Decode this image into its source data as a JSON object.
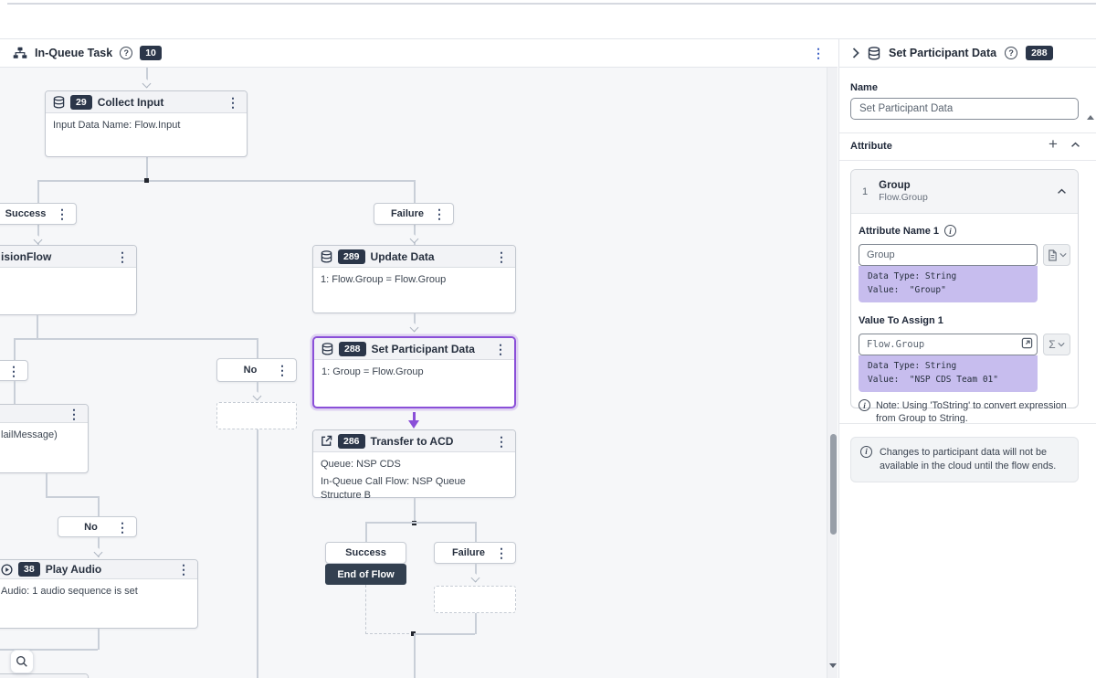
{
  "canvas": {
    "header": {
      "title": "In-Queue Task",
      "count": "10"
    },
    "nodes": {
      "collect_input": {
        "num": "29",
        "title": "Collect Input",
        "body": "Input Data Name: Flow.Input"
      },
      "decision_flow": {
        "title": "isionFlow"
      },
      "update_data": {
        "num": "289",
        "title": "Update Data",
        "body": "1: Flow.Group = Flow.Group"
      },
      "set_participant_data": {
        "num": "288",
        "title": "Set Participant Data",
        "body": "1: Group = Flow.Group"
      },
      "transfer_to_acd": {
        "num": "286",
        "title": "Transfer to ACD",
        "body_line1": "Queue: NSP CDS",
        "body_line2": "In-Queue Call Flow: NSP Queue Structure B"
      },
      "voicemail_partial": {
        "body": "lailMessage)"
      },
      "play_audio": {
        "num": "38",
        "title": "Play Audio",
        "body": "Audio: 1 audio sequence is set"
      }
    },
    "branches": {
      "success_top": "Success",
      "failure_top": "Failure",
      "no_right": "No",
      "no_left": "No",
      "success_bottom": "Success",
      "failure_bottom": "Failure",
      "end_of_flow": "End of Flow"
    }
  },
  "panel": {
    "header": {
      "title": "Set Participant Data",
      "num": "288"
    },
    "name": {
      "label": "Name",
      "value": "Set Participant Data"
    },
    "attribute": {
      "section_label": "Attribute",
      "row_index": "1",
      "row_name": "Group",
      "row_path": "Flow.Group",
      "name_label": "Attribute Name 1",
      "name_value": "Group",
      "name_meta": "Data Type: String\nValue:  \"Group\"",
      "value_label": "Value To Assign 1",
      "value_input": "Flow.Group",
      "value_meta": "Data Type: String\nValue:  \"NSP CDS Team 01\"",
      "note": "Note: Using 'ToString' to convert expression from Group to String.",
      "sigma_label": "Σ"
    },
    "info_note": "Changes to participant data will not be available in the cloud until the flow ends."
  },
  "colors": {
    "accent_purple": "#8a4fd8",
    "badge_bg": "#2b3649",
    "meta_bg": "#c7bdee",
    "end_of_flow_bg": "#334050"
  }
}
